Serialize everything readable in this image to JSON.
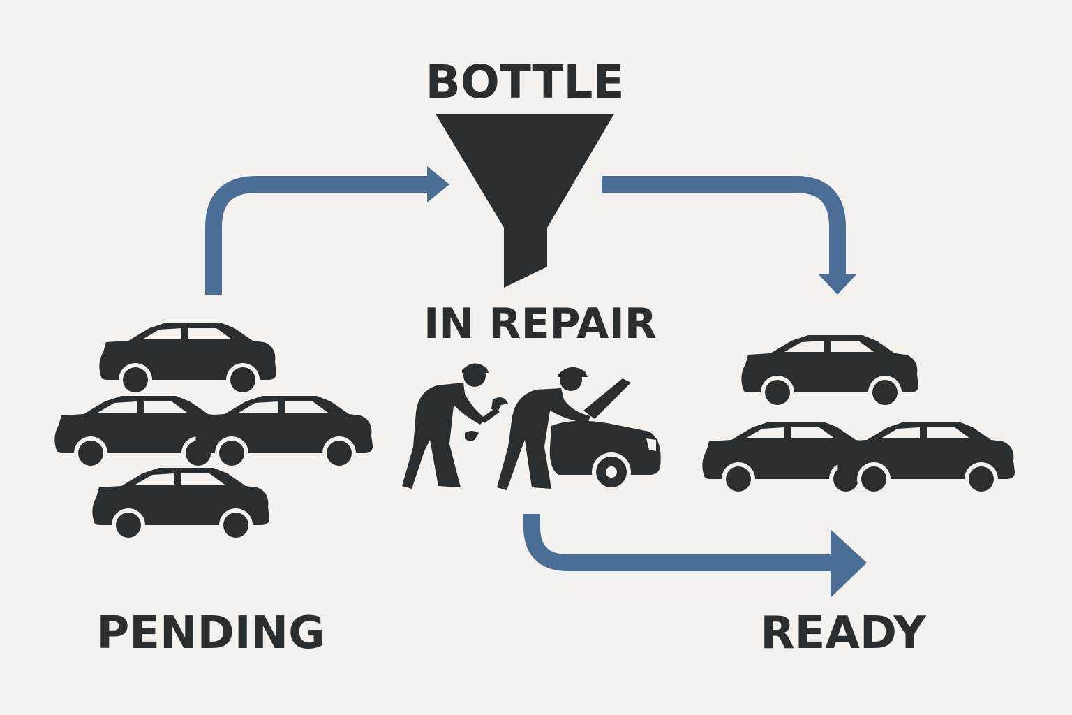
{
  "labels": {
    "bottleneck": "BOTTLE",
    "in_repair": "IN REPAIR",
    "pending": "PENDING",
    "ready": "READY"
  },
  "colors": {
    "background": "#f3f2ef",
    "ink": "#2b2e2e",
    "arrow": "#4a6e96",
    "wheel_rim": "#f3f2ef"
  },
  "icons": {
    "pending_cars": [
      "car-icon",
      "car-icon",
      "car-icon",
      "car-icon"
    ],
    "in_repair": [
      "mechanic-icon",
      "mechanic-icon",
      "car-open-hood-icon",
      "wrench-icon"
    ],
    "ready_cars": [
      "car-icon",
      "car-icon",
      "car-icon"
    ],
    "bottleneck": "funnel-icon"
  }
}
